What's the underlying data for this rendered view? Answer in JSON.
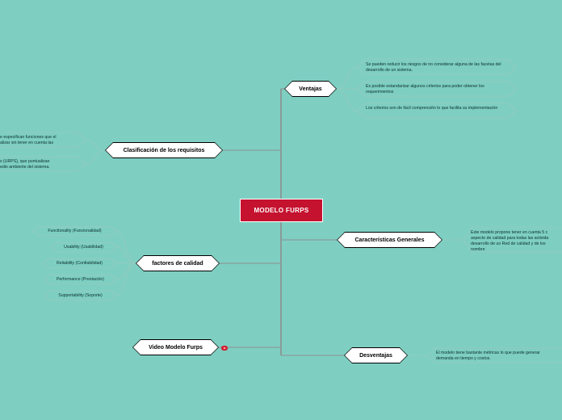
{
  "central": "MODELO FURPS",
  "topics": {
    "ventajas": {
      "label": "Ventajas",
      "items": [
        "Se pueden reducir los riesgos de no considerar alguna de las facetas del desarrollo de un sistema.",
        "Es posible estandarizar algunos criterios para poder obtener los requerimientos",
        "Los criterios son de fácil comprensión lo que facilita su implementación"
      ]
    },
    "clasificacion": {
      "label": "Clasificación de los requisitos",
      "items": [
        "e especifican funciones que el\nalizar sin tener en cuenta las",
        "s (URPS), que puntualizan\nedio ambiente del sistema."
      ]
    },
    "caracteristicas": {
      "label": "Características Generales",
      "items": [
        "Este modelo propone tener en cuenta 5 c\naspecto de calidad para todas las activida\ndesarrollo de un Red de calidad y de los\nnombre"
      ]
    },
    "factores": {
      "label": "factores de calidad",
      "items": [
        "Functionality (Funcionalidad)",
        "Usability (Usabilidad)",
        "Reliability (Confiabilidad)",
        "Performance (Prestación)",
        "Supportability (Soporte)"
      ]
    },
    "video": {
      "label": "Video Modelo Furps"
    },
    "desventajas": {
      "label": "Desventajas",
      "items": [
        "El modelo tiene bastante métricas lo que puede generar\ndemanda en tiempo y costos."
      ]
    }
  },
  "colors": {
    "background": "#7ecfc2",
    "central_fill": "#c4122f",
    "connector": "#8a9a9a",
    "leaf_outline": "#98c9be",
    "link_badge": "#d51b2c"
  }
}
